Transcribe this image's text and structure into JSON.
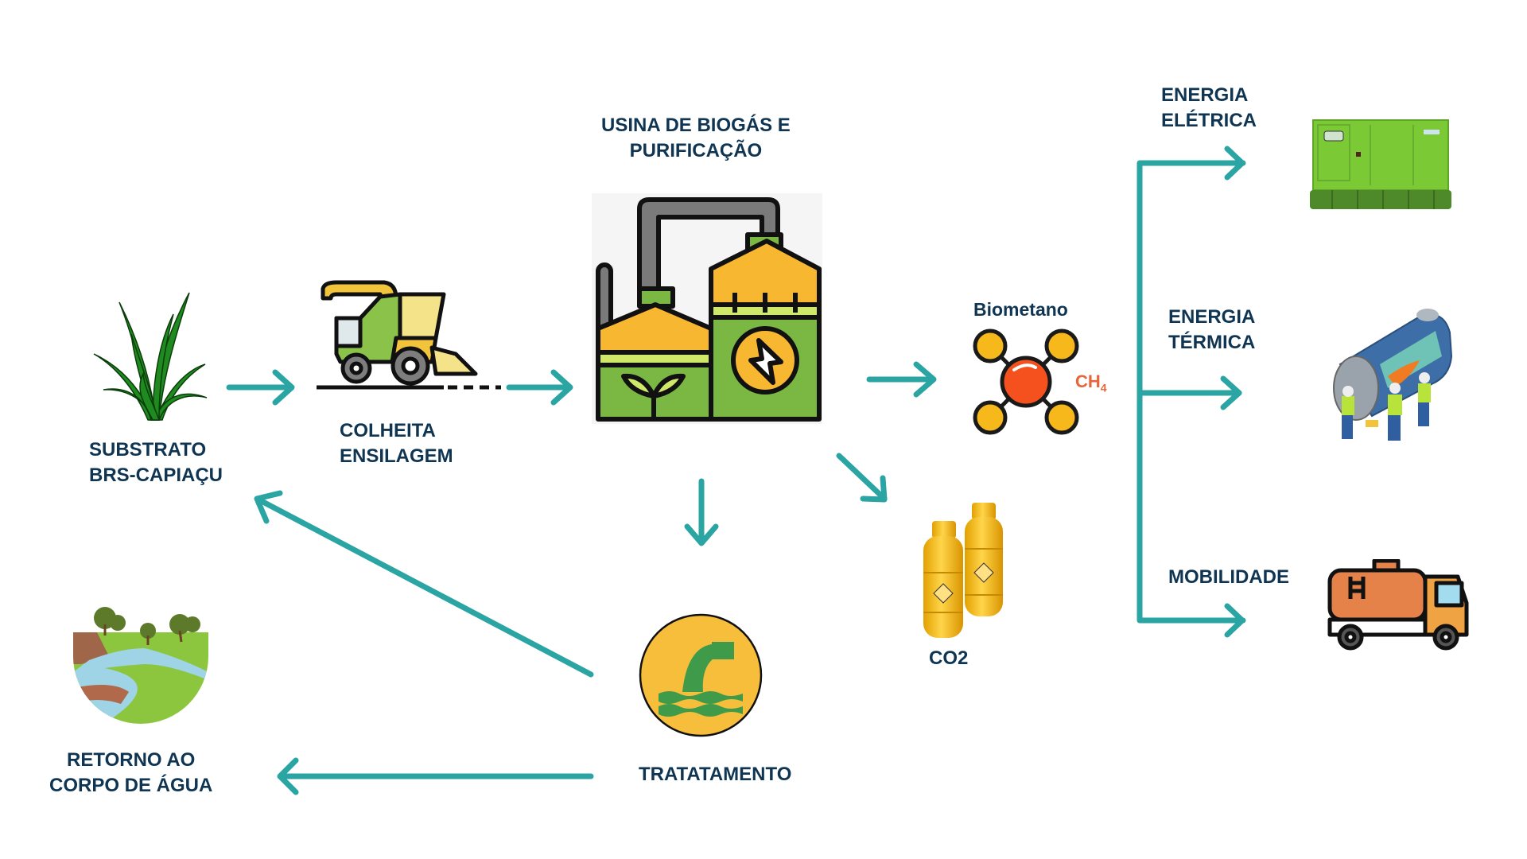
{
  "diagram": {
    "arrow_color": "#2aa5a3",
    "label_color": "#0f3552",
    "nodes": {
      "substrate": {
        "icon": "grass-plant-icon",
        "lines": [
          "SUBSTRATO",
          "BRS-CAPIAÇU"
        ]
      },
      "harvest": {
        "icon": "forage-harvester-icon",
        "lines": [
          "COLHEITA",
          "ENSILAGEM"
        ]
      },
      "plant": {
        "icon": "biogas-plant-icon",
        "lines": [
          "USINA DE BIOGÁS E",
          "PURIFICAÇÃO"
        ]
      },
      "biomethane": {
        "icon": "methane-molecule-icon",
        "label": "Biometano",
        "formula": "CH",
        "formula_sub": "4"
      },
      "co2": {
        "icon": "gas-cylinders-icon",
        "label": "CO2"
      },
      "treatment": {
        "icon": "effluent-treatment-icon",
        "label": "TRATATAMENTO"
      },
      "water_return": {
        "icon": "river-landscape-icon",
        "lines": [
          "RETORNO AO",
          "CORPO DE ÁGUA"
        ]
      },
      "electric": {
        "icon": "generator-icon",
        "lines": [
          "ENERGIA",
          "ELÉTRICA"
        ]
      },
      "thermal": {
        "icon": "boiler-icon",
        "lines": [
          "ENERGIA",
          "TÉRMICA"
        ]
      },
      "mobility": {
        "icon": "tanker-truck-icon",
        "label": "MOBILIDADE"
      }
    },
    "flows": [
      {
        "from": "substrate",
        "to": "harvest"
      },
      {
        "from": "harvest",
        "to": "plant"
      },
      {
        "from": "plant",
        "to": "biomethane"
      },
      {
        "from": "plant",
        "to": "co2"
      },
      {
        "from": "plant",
        "to": "treatment"
      },
      {
        "from": "treatment",
        "to": "substrate"
      },
      {
        "from": "treatment",
        "to": "water_return"
      },
      {
        "from": "biomethane",
        "to": "electric"
      },
      {
        "from": "biomethane",
        "to": "thermal"
      },
      {
        "from": "biomethane",
        "to": "mobility"
      }
    ]
  }
}
